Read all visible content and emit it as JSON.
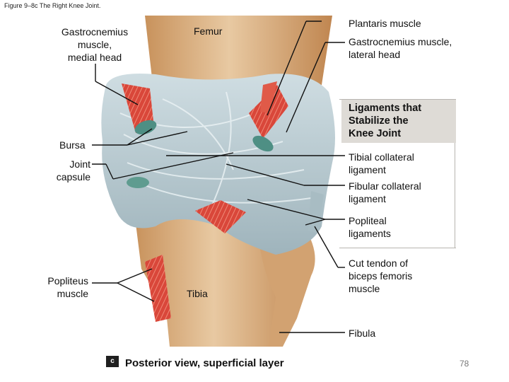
{
  "figure_title": "Figure 9–8c The Right Knee Joint.",
  "labels": {
    "gastrocnemius_medial": [
      "Gastrocnemius",
      "muscle,",
      "medial head"
    ],
    "femur": "Femur",
    "plantaris": "Plantaris muscle",
    "gastrocnemius_lateral": [
      "Gastrocnemius muscle,",
      "lateral head"
    ],
    "bursa": "Bursa",
    "joint_capsule": [
      "Joint",
      "capsule"
    ],
    "tibial_collateral": [
      "Tibial collateral",
      "ligament"
    ],
    "fibular_collateral": [
      "Fibular collateral",
      "ligament"
    ],
    "popliteal_ligaments": [
      "Popliteal",
      "ligaments"
    ],
    "popliteus": [
      "Popliteus",
      "muscle"
    ],
    "tibia": "Tibia",
    "cut_tendon": [
      "Cut tendon of",
      "biceps femoris",
      "muscle"
    ],
    "fibula": "Fibula"
  },
  "callout": [
    "Ligaments that",
    "Stabilize the",
    "Knee Joint"
  ],
  "view_badge": "c",
  "view_label": "Posterior view, superficial layer",
  "page_number": "78",
  "colors": {
    "bone": "#d9ad7c",
    "ligament": "#b9c9cf",
    "muscle": "#d9473a",
    "bursa": "#4e8f84",
    "callout_bg": "#dedbd6"
  }
}
